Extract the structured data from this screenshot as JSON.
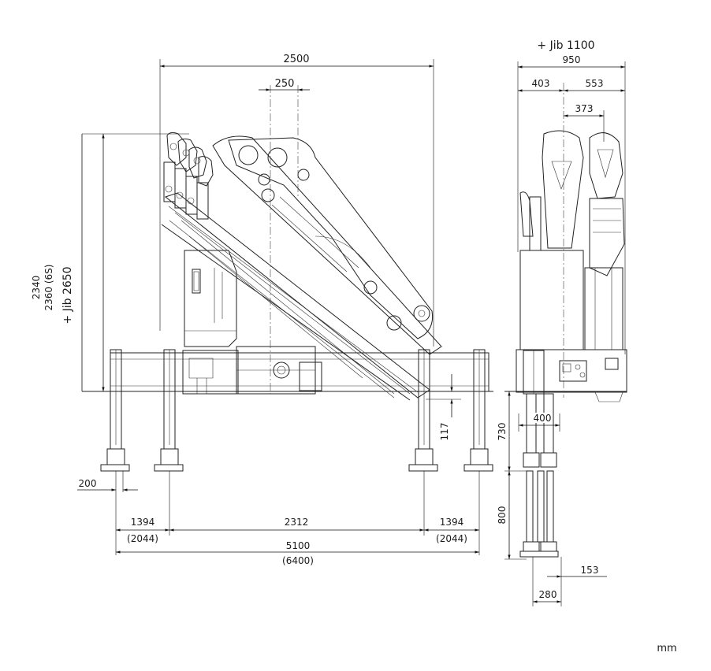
{
  "side_view": {
    "overall_width": "2500",
    "column_offset": "250",
    "heights": [
      "2340",
      "2360 (6S)",
      "+ Jib 2650"
    ],
    "base_clearance": "117",
    "foot_offset": "200",
    "outrigger_left": [
      "1394",
      "(2044)"
    ],
    "mid_span": "2312",
    "outrigger_right": [
      "1394",
      "(2044)"
    ],
    "total_span": [
      "5100",
      "(6400)"
    ]
  },
  "front_view": {
    "jib_label": "+ Jib 1100",
    "overall_width": "950",
    "left_part": "403",
    "right_part": "553",
    "hook_width": "373",
    "base_width": "400",
    "stroke_upper": "730",
    "stroke_lower": "800",
    "foot_offset": "153",
    "foot_width": "280"
  },
  "units": "mm"
}
